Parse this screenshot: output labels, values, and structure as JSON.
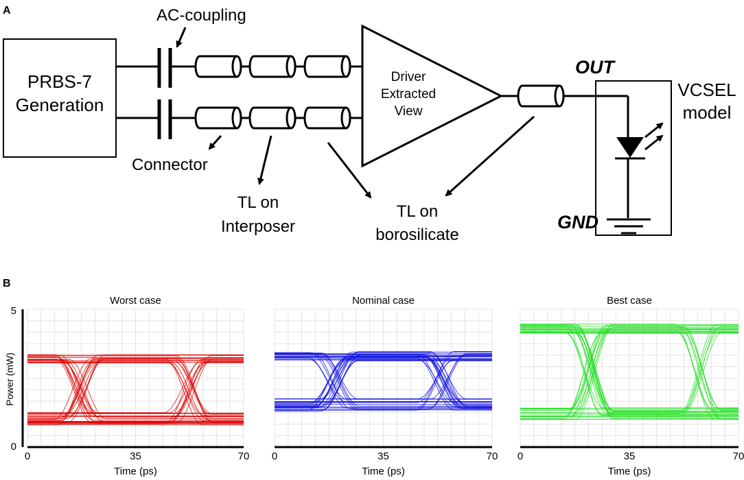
{
  "panel_a": {
    "letter": "A",
    "prbs_line1": "PRBS-7",
    "prbs_line2": "Generation",
    "ac_coupling": "AC-coupling",
    "connector": "Connector",
    "tl_interposer_1": "TL on",
    "tl_interposer_2": "Interposer",
    "tl_borosilicate_1": "TL on",
    "tl_borosilicate_2": "borosilicate",
    "driver_1": "Driver",
    "driver_2": "Extracted",
    "driver_3": "View",
    "out": "OUT",
    "gnd": "GND",
    "vcsel_1": "VCSEL",
    "vcsel_2": "model"
  },
  "panel_b": {
    "letter": "B",
    "ylabel": "Power (mW)",
    "xlabel": "Time (ps)",
    "y_ticks": [
      "5",
      "0"
    ],
    "x_ticks": [
      "0",
      "35",
      "70"
    ]
  },
  "chart_data": [
    {
      "type": "line",
      "title": "Worst case",
      "xlabel": "Time (ps)",
      "ylabel": "Power (mW)",
      "xlim": [
        0,
        70
      ],
      "ylim": [
        0,
        5
      ],
      "grid": true,
      "color": "#dd0000",
      "levels": {
        "low": 0.8,
        "high": 3.2
      },
      "crossings_ps": [
        17,
        52
      ]
    },
    {
      "type": "line",
      "title": "Nominal case",
      "xlabel": "Time (ps)",
      "ylabel": "Power (mW)",
      "xlim": [
        0,
        70
      ],
      "ylim": [
        0,
        5
      ],
      "grid": true,
      "color": "#1010dd",
      "levels": {
        "low": 1.3,
        "high": 3.3
      },
      "crossings_ps": [
        19,
        54
      ]
    },
    {
      "type": "line",
      "title": "Best case",
      "xlabel": "Time (ps)",
      "ylabel": "Power (mW)",
      "xlim": [
        0,
        70
      ],
      "ylim": [
        0,
        5
      ],
      "grid": true,
      "color": "#22dd22",
      "levels": {
        "low": 1.0,
        "high": 4.3
      },
      "crossings_ps": [
        22,
        57
      ]
    }
  ]
}
